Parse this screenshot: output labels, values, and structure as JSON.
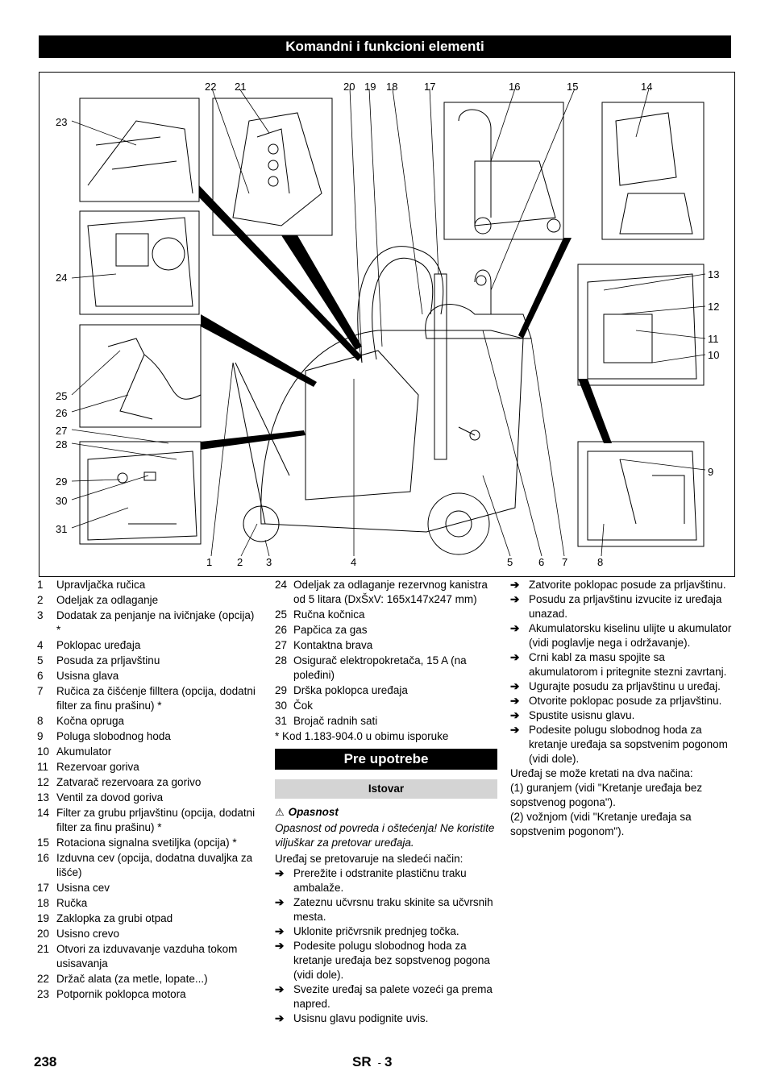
{
  "header": {
    "title": "Komandni i funkcioni elementi"
  },
  "figure": {
    "callouts": [
      "1",
      "2",
      "3",
      "4",
      "5",
      "6",
      "7",
      "8",
      "9",
      "10",
      "11",
      "12",
      "13",
      "14",
      "15",
      "16",
      "17",
      "18",
      "19",
      "20",
      "21",
      "22",
      "23",
      "24",
      "25",
      "26",
      "27",
      "28",
      "29",
      "30",
      "31"
    ]
  },
  "legend_col1": [
    {
      "num": "1",
      "text": "Upravljačka ručica"
    },
    {
      "num": "2",
      "text": "Odeljak za odlaganje"
    },
    {
      "num": "3",
      "text": "Dodatak za penjanje na ivičnjake (opcija) *"
    },
    {
      "num": "4",
      "text": "Poklopac uređaja"
    },
    {
      "num": "5",
      "text": "Posuda za prljavštinu"
    },
    {
      "num": "6",
      "text": "Usisna glava"
    },
    {
      "num": "7",
      "text": "Ručica za čišćenje filltera (opcija, dodatni filter za finu prašinu) *"
    },
    {
      "num": "8",
      "text": "Kočna opruga"
    },
    {
      "num": "9",
      "text": "Poluga slobodnog hoda"
    },
    {
      "num": "10",
      "text": "Akumulator"
    },
    {
      "num": "11",
      "text": "Rezervoar goriva"
    },
    {
      "num": "12",
      "text": "Zatvarač rezervoara za gorivo"
    },
    {
      "num": "13",
      "text": "Ventil za dovod goriva"
    },
    {
      "num": "14",
      "text": "Filter za grubu prljavštinu (opcija, dodatni filter za finu prašinu) *"
    },
    {
      "num": "15",
      "text": "Rotaciona signalna svetiljka (opcija) *"
    },
    {
      "num": "16",
      "text": "Izduvna cev (opcija, dodatna duvaljka za lišće)"
    },
    {
      "num": "17",
      "text": "Usisna cev"
    },
    {
      "num": "18",
      "text": "Ručka"
    },
    {
      "num": "19",
      "text": "Zaklopka za grubi otpad"
    },
    {
      "num": "20",
      "text": "Usisno crevo"
    },
    {
      "num": "21",
      "text": "Otvori za izduvavanje vazduha tokom usisavanja"
    },
    {
      "num": "22",
      "text": "Držač alata (za metle, lopate...)"
    },
    {
      "num": "23",
      "text": "Potpornik poklopca motora"
    }
  ],
  "legend_col2": [
    {
      "num": "24",
      "text": "Odeljak za odlaganje rezervnog kanistra od 5 litara (DxŠxV: 165x147x247 mm)"
    },
    {
      "num": "25",
      "text": "Ručna kočnica"
    },
    {
      "num": "26",
      "text": "Papčica za gas"
    },
    {
      "num": "27",
      "text": "Kontaktna brava"
    },
    {
      "num": "28",
      "text": "Osigurač elektropokretača, 15 A (na poleđini)"
    },
    {
      "num": "29",
      "text": "Drška poklopca uređaja"
    },
    {
      "num": "30",
      "text": "Čok"
    },
    {
      "num": "31",
      "text": "Brojač radnih sati"
    }
  ],
  "code_note": "* Kod 1.183-904.0 u obimu isporuke",
  "section_title": "Pre upotrebe",
  "subsection_title": "Istovar",
  "danger_label": "Opasnost",
  "danger_text": "Opasnost od povreda i oštećenja! Ne koristite viljuškar za pretovar uređaja.",
  "intro_text": "Uređaj se pretovaruje na sledeći način:",
  "steps_col2": [
    "Prerežite i odstranite plastičnu traku ambalaže.",
    "Zateznu učvrsnu traku skinite sa učvrsnih mesta.",
    "Uklonite pričvrsnik prednjeg točka.",
    "Podesite polugu slobodnog hoda za kretanje uređaja bez sopstvenog pogona (vidi dole).",
    "Svezite uređaj sa palete vozeći ga prema napred.",
    "Usisnu glavu podignite uvis."
  ],
  "steps_col3": [
    "Zatvorite poklopac posude za prljavštinu.",
    "Posudu za prljavštinu izvucite iz uređaja unazad.",
    "Akumulatorsku kiselinu ulijte u akumulator (vidi poglavlje nega i održavanje).",
    "Crni kabl za masu spojite sa akumulatorom i pritegnite stezni zavrtanj.",
    "Ugurajte posudu za prljavštinu u uređaj.",
    "Otvorite poklopac posude za prljavštinu.",
    "Spustite usisnu glavu.",
    "Podesite polugu slobodnog hoda za kretanje uređaja sa sopstvenim pogonom (vidi dole)."
  ],
  "closing_lines": [
    "Uređaj se može kretati na dva načina:",
    "(1) guranjem (vidi \"Kretanje uređaja bez sopstvenog pogona\").",
    "(2) vožnjom (vidi \"Kretanje uređaja sa sopstvenim pogonom\")."
  ],
  "footer": {
    "page_number": "238",
    "lang": "SR",
    "dash": "-",
    "section_page": "3"
  }
}
